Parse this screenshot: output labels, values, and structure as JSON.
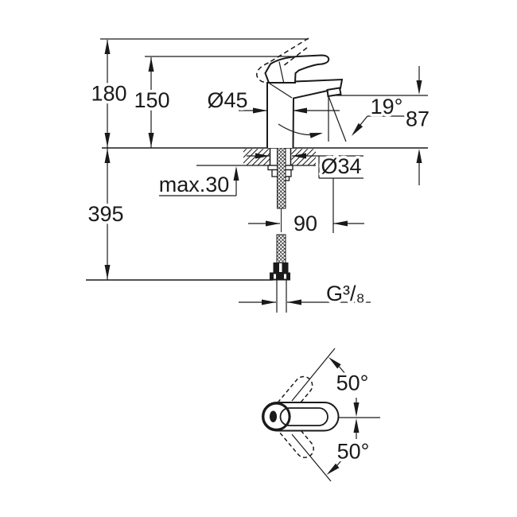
{
  "page": {
    "background": "#ffffff",
    "line_color": "#1a1a1a"
  },
  "side_view": {
    "dim_total_height": "180",
    "dim_body_height": "150",
    "dim_body_diameter": "Ø45",
    "dim_spout_angle": "19°",
    "dim_spout_height": "87",
    "dim_deck_thickness": "max.30",
    "dim_hole_diameter": "Ø34",
    "dim_below_deck_length": "395",
    "dim_spout_reach": "90",
    "dim_thread": "G³/₈"
  },
  "top_view": {
    "dim_swivel_upper": "50°",
    "dim_swivel_lower": "50°"
  }
}
